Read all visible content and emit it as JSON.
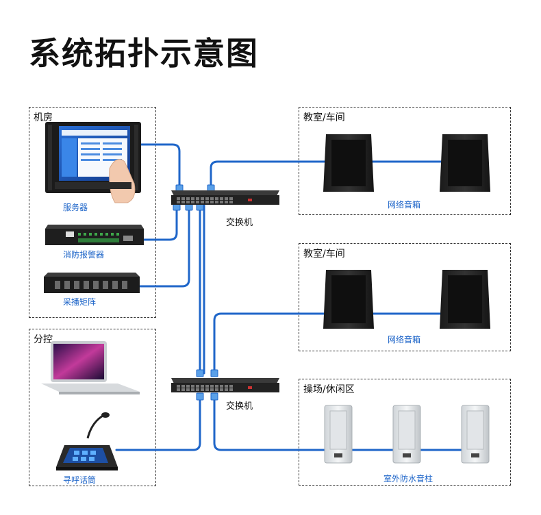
{
  "title": "系统拓扑示意图",
  "groups": {
    "machine_room": "机房",
    "sub_control": "分控",
    "classroom_1": "教室/车间",
    "classroom_2": "教室/车间",
    "playground": "操场/休闲区"
  },
  "devices": {
    "server": "服务器",
    "fire_alarm": "消防报警器",
    "matrix": "采播矩阵",
    "paging_mic": "寻呼话筒",
    "speaker_1": "网络音箱",
    "speaker_2": "网络音箱",
    "column_speaker": "室外防水音柱",
    "switch_1": "交换机",
    "switch_2": "交换机"
  },
  "colors": {
    "cable": "#1f66c9",
    "caption": "#1f66c9"
  }
}
